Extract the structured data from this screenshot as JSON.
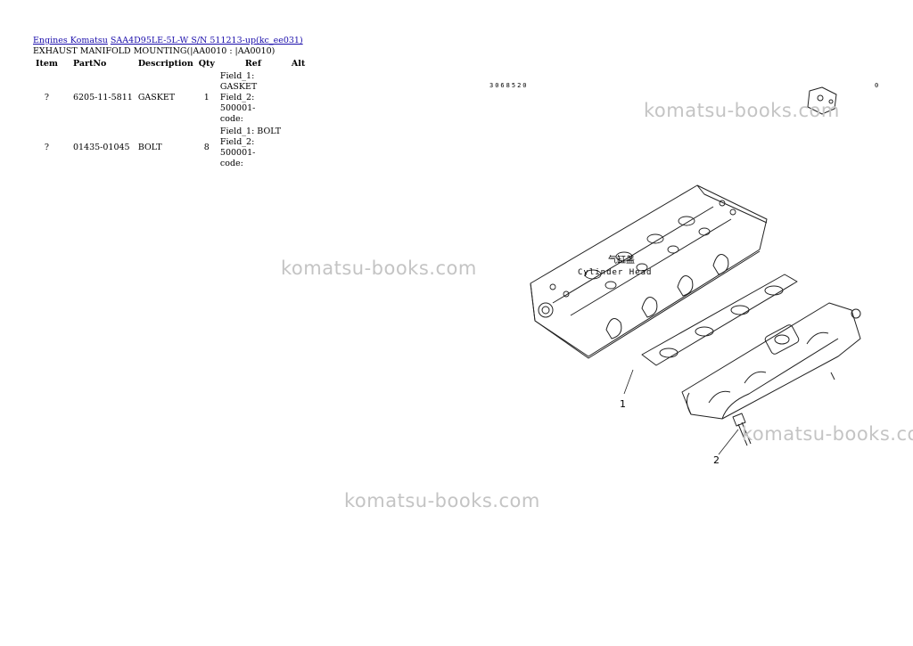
{
  "breadcrumb": {
    "home_label": "Engines Komatsu",
    "model_label": "SAA4D95LE-5L-W S/N 511213-up(kc_ee031)"
  },
  "page_title": "EXHAUST MANIFOLD MOUNTING(|AA0010 : |AA0010)",
  "parts_table": {
    "headers": [
      "Item",
      "PartNo",
      "Description",
      "Qty",
      "Ref",
      "Alt"
    ],
    "rows": [
      {
        "item": "?",
        "part_no": "6205-11-5811",
        "description": "GASKET",
        "qty": "1",
        "ref_line1": "Field_1: GASKET",
        "ref_line2": "Field_2: 500001-",
        "ref_line3": "code:",
        "alt": ""
      },
      {
        "item": "?",
        "part_no": "01435-01045",
        "description": "BOLT",
        "qty": "8",
        "ref_line1": "Field_1: BOLT",
        "ref_line2": "Field_2: 500001-",
        "ref_line3": "code:",
        "alt": ""
      }
    ]
  },
  "drawing": {
    "drawing_code": "3068520",
    "corner_mark": "0",
    "label_chinese": "气缸盖",
    "label_english": "Cylinder Head",
    "callout_1": "1",
    "callout_2": "2"
  },
  "watermarks": [
    "komatsu-books.com",
    "komatsu-books.com",
    "komatsu-books.com",
    "komatsu-books.com"
  ]
}
